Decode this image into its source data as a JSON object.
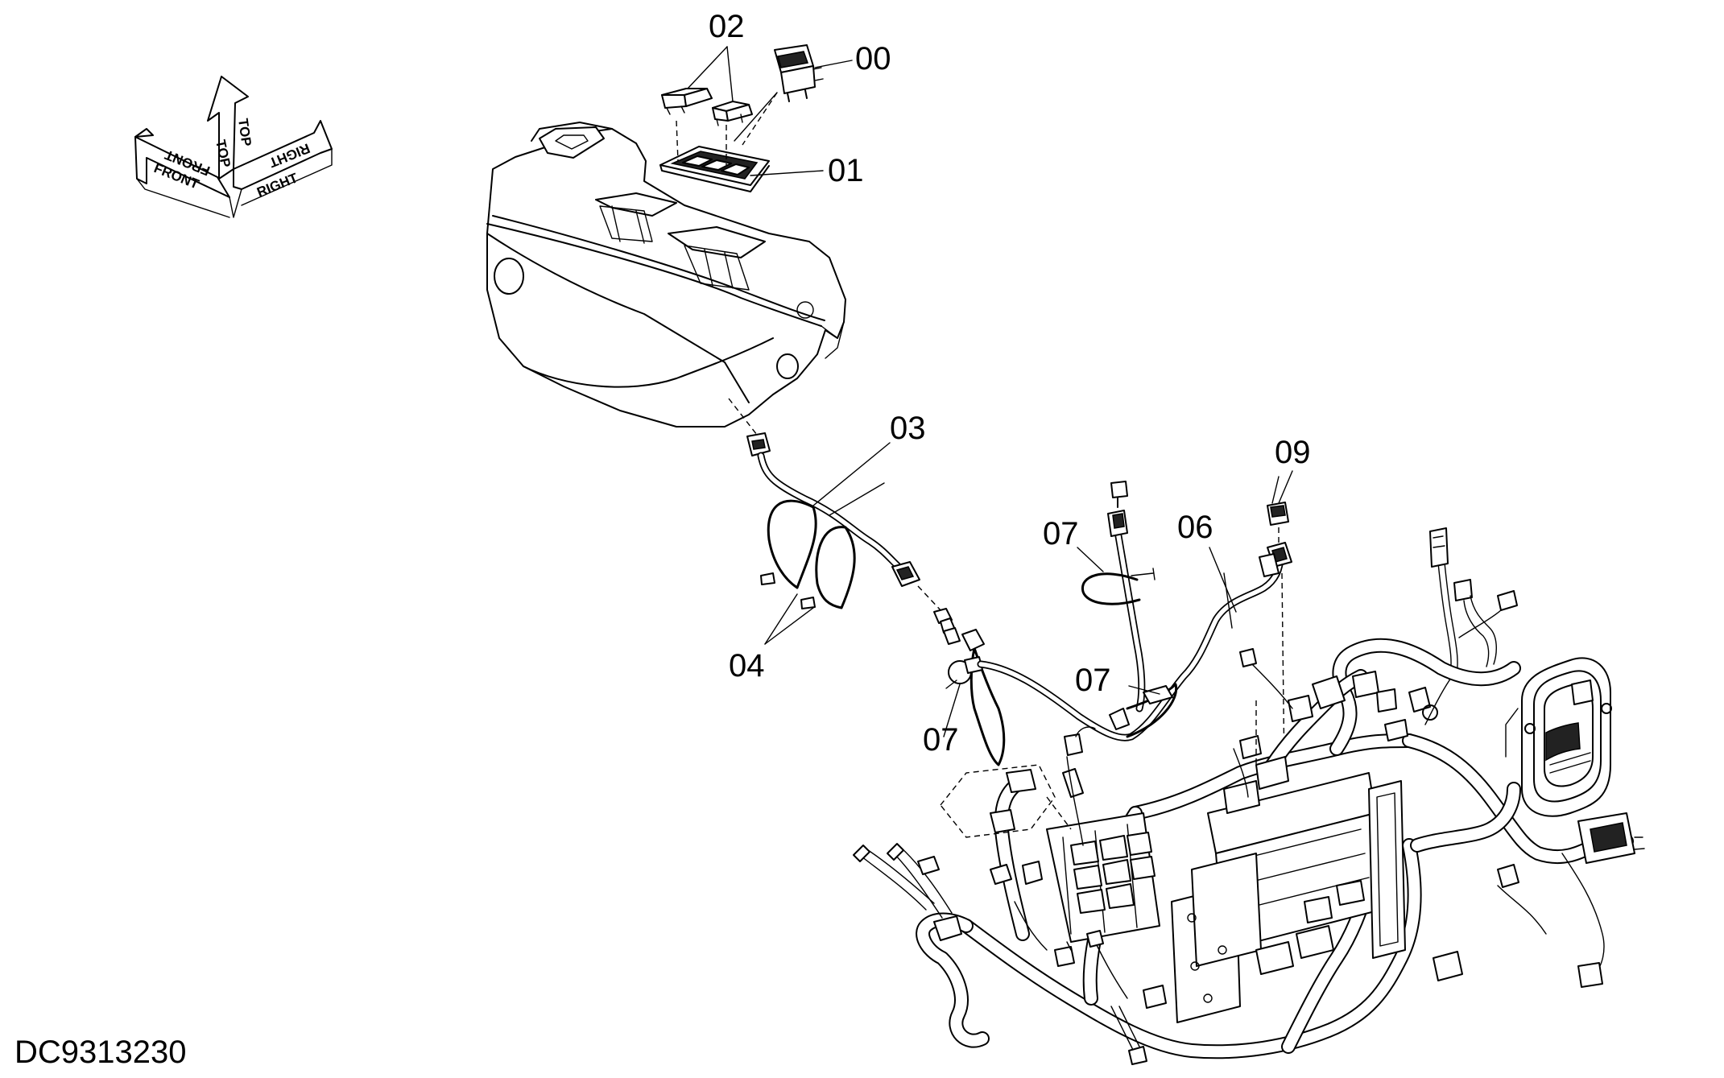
{
  "drawing_number": "DC9313230",
  "orientation": {
    "front": "FRONT",
    "top": "TOP",
    "right": "RIGHT"
  },
  "callouts": {
    "c00": "00",
    "c01": "01",
    "c02": "02",
    "c03": "03",
    "c04": "04",
    "c06": "06",
    "c07a": "07",
    "c07b": "07",
    "c07c": "07",
    "c09": "09"
  }
}
